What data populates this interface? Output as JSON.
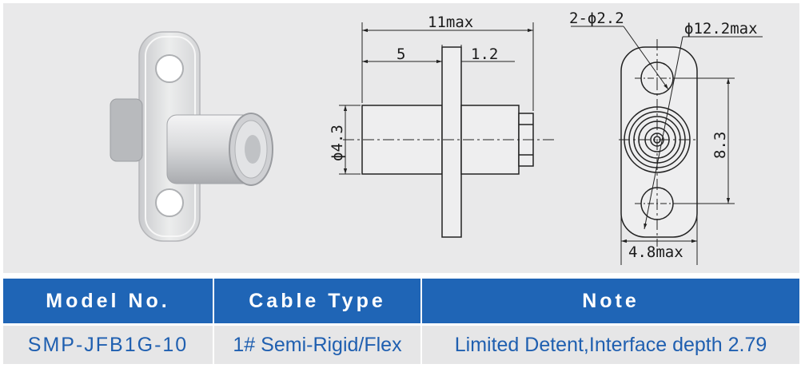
{
  "drawing": {
    "dim_length": "11max",
    "dim_five": "5",
    "dim_flange": "1.2",
    "dim_diameter": "ϕ4.3",
    "dim_holes": "2-ϕ2.2",
    "dim_outer": "ϕ12.2max",
    "dim_spacing": "8.3",
    "dim_width": "4.8max"
  },
  "table": {
    "headers": [
      "Model No.",
      "Cable Type",
      "Note"
    ],
    "row": [
      "SMP-JFB1G-10",
      "1# Semi-Rigid/Flex",
      "Limited Detent,Interface depth 2.79"
    ]
  }
}
